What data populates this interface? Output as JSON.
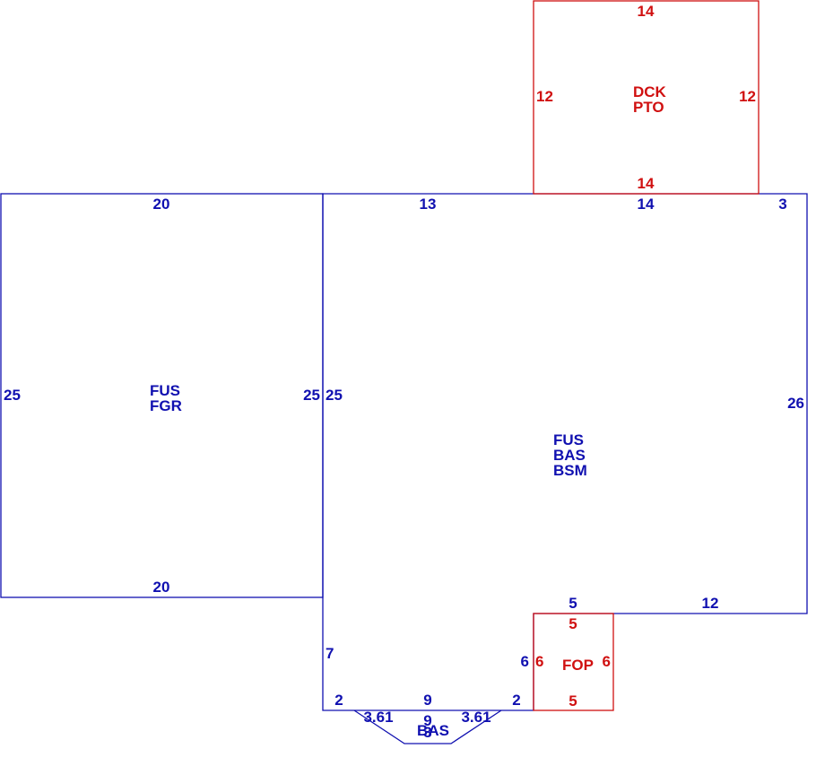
{
  "colors": {
    "blue": "#1010b0",
    "red": "#d01010"
  },
  "garage": {
    "codes": [
      "FUS",
      "FGR"
    ],
    "dims": {
      "top": "20",
      "bottom": "20",
      "left": "25",
      "right": "25"
    }
  },
  "main": {
    "codes": [
      "FUS",
      "BAS",
      "BSM"
    ],
    "dims": {
      "top_a": "13",
      "top_b": "14",
      "top_c": "3",
      "left": "25",
      "right": "26",
      "step_a": "5",
      "step_b": "12",
      "lower_left": "7",
      "lower_right": "6",
      "bottom_left": "2",
      "bottom_mid": "9",
      "bottom_right": "2"
    }
  },
  "bay": {
    "code": "BAS",
    "dims": {
      "left_diag": "3.61",
      "mid": "9",
      "right_diag": "3.61",
      "depth": "3"
    }
  },
  "deck": {
    "codes": [
      "DCK",
      "PTO"
    ],
    "dims": {
      "top": "14",
      "bottom": "14",
      "left": "12",
      "right": "12"
    }
  },
  "porch": {
    "code": "FOP",
    "dims": {
      "top": "5",
      "bottom": "5",
      "left": "6",
      "right": "6"
    }
  }
}
